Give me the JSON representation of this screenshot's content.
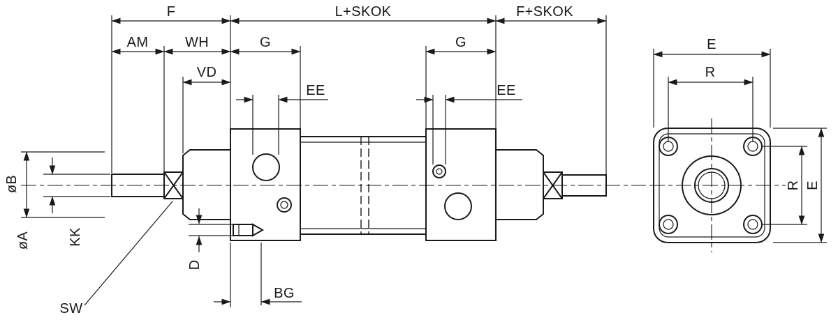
{
  "drawing": {
    "type": "technical-dimension-diagram",
    "colors": {
      "line": "#1a1a1a",
      "background": "#ffffff"
    },
    "labels": {
      "f": "F",
      "l_plus_skok": "L+SKOK",
      "f_plus_skok": "F+SKOK",
      "am": "AM",
      "wh": "WH",
      "g_front": "G",
      "g_rear": "G",
      "vd": "VD",
      "ee_front": "EE",
      "ee_rear": "EE",
      "dia_b": "øB",
      "dia_a": "øA",
      "kk": "KK",
      "d": "D",
      "sw": "SW",
      "bg": "BG",
      "e_top": "E",
      "r_top": "R",
      "r_side": "R",
      "e_side": "E"
    }
  }
}
